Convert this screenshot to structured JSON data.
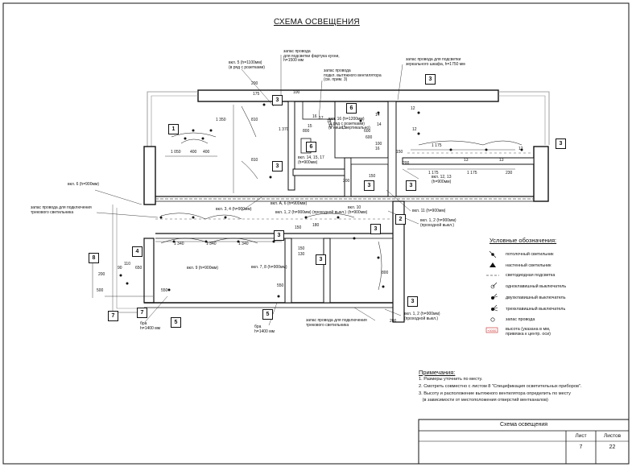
{
  "sheet_title": "СХЕМА ОСВЕЩЕНИЯ",
  "callouts": {
    "kitchen_apron": [
      "запас провода",
      "для подсветки фартука кухни,",
      "h=1500 мм"
    ],
    "hood_fan": [
      "запас провода",
      "подкл. вытяжного вентилятора",
      "(см. прим. 3)"
    ],
    "mirror_cabinet": [
      "запас провода для подсветки",
      "зеркального шкафа, h=1750 мм"
    ],
    "track_left": [
      "запас провода для подключения",
      "трекового светильника"
    ],
    "track_bottom": [
      "запас провода для подключения",
      "трекового светильника"
    ],
    "bra_left": [
      "бра",
      "h=1400 мм"
    ],
    "bra_center": [
      "бра",
      "h=1400 мм"
    ]
  },
  "switch_labels": {
    "s5": "вкл. 5 (h=1100мм)",
    "s5_sub": "(в ряд с розетками)",
    "s16": "вкл. 16 (h=1200мм)",
    "s16_sub": "(в ряд с розетками)",
    "s16_sub2": "(в нише, вертикально)",
    "s14": "вкл. 14, 15, 17",
    "s14_sub": "(h=900мм)",
    "s6": "вкл. 6 (h=900мм)",
    "s34": "вкл. 3, 4 (h=900мм)",
    "sA6": "вкл. А, 6 (h=900мм)",
    "s12": "вкл. 1, 2 (h=900мм) (проходной выкл.)",
    "s10": "вкл. 10",
    "s10_sub": "(h=900мм)",
    "s11": "вкл. 11 (h=900мм)",
    "s12b": "вкл. 1, 2 (h=900мм)",
    "s12b_sub": "(проходной выкл.)",
    "s1213": "вкл. 12, 13",
    "s1213_sub": "(h=900мм)",
    "s9": "вкл. 9 (h=900мм)",
    "s78": "вкл. 7, 8 (h=900мм)",
    "s12c": "вкл. 1, 2 (h=900мм)",
    "s12c_sub": "(проходной выкл.)"
  },
  "room_tags": [
    "1",
    "3",
    "3",
    "3",
    "3",
    "6",
    "6",
    "3",
    "3",
    "2",
    "3",
    "3",
    "4",
    "3",
    "7",
    "8",
    "5",
    "5",
    "3",
    "7"
  ],
  "dimensions": [
    "200",
    "100",
    "175",
    "810",
    "1 350",
    "810",
    "1 050",
    "400",
    "400",
    "1 370",
    "15",
    "15",
    "17",
    "16",
    "14",
    "14",
    "15",
    "14",
    "600",
    "800",
    "600",
    "100",
    "16",
    "1 175",
    "1 175",
    "1 175",
    "230",
    "12",
    "12",
    "12",
    "13",
    "13",
    "200",
    "150",
    "150",
    "200",
    "1 340",
    "1 340",
    "1 340",
    "150",
    "180",
    "150",
    "130",
    "550",
    "650",
    "110",
    "90",
    "200",
    "500",
    "550",
    "200",
    "800"
  ],
  "legend": {
    "title": "Условные обозначения:",
    "items": [
      {
        "symbol": "ceiling-light-icon",
        "label": "потолочный светильник"
      },
      {
        "symbol": "wall-light-icon",
        "label": "настенный светильник"
      },
      {
        "symbol": "led-strip-icon",
        "label": "светодиодная подсветка"
      },
      {
        "symbol": "single-switch-icon",
        "label": "одноклавишный выключатель"
      },
      {
        "symbol": "double-switch-icon",
        "label": "двухклавишный выключатель"
      },
      {
        "symbol": "triple-switch-icon",
        "label": "трехклавишный выключатель"
      },
      {
        "symbol": "wire-reserve-icon",
        "label": "запас провода"
      },
      {
        "symbol": "height-mark-icon",
        "label": "высота (указана в мм,",
        "label2": "привязка к центр. оси)"
      }
    ],
    "mark_value": "+0000"
  },
  "notes": {
    "title": "Примечания:",
    "items": [
      "1. Размеры уточнить по месту.",
      "2. Смотреть совместно с листом 8 \"Спецификация осветительных приборов\".",
      "3. Высоту и расположение вытяжного вентилятора определить по месту",
      "   (в зависимости от местоположения отверстий вентканалов)"
    ]
  },
  "stamp": {
    "name": "Схема освещения",
    "sheet_label": "Лист",
    "sheets_label": "Листов",
    "sheet_num": "7",
    "sheets_total": "22"
  },
  "colors": {
    "line": "#111111",
    "strip": "#555555",
    "mark": "#d04040"
  }
}
